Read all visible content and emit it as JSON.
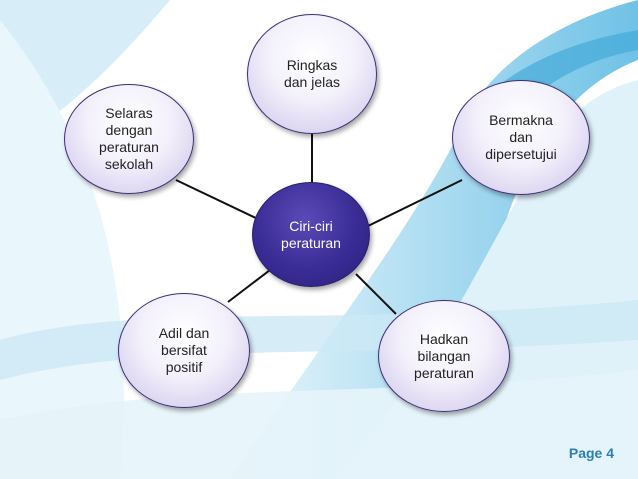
{
  "diagram": {
    "center": "Ciri-ciri\nperaturan",
    "nodes": [
      {
        "id": "top",
        "text": "Ringkas\ndan jelas"
      },
      {
        "id": "top-left",
        "text": "Selaras\ndengan\nperaturan\nsekolah"
      },
      {
        "id": "right",
        "text": "Bermakna\ndan\ndipersetujui"
      },
      {
        "id": "bottom-left",
        "text": "Adil dan\nbersifat\npositif"
      },
      {
        "id": "bottom-right",
        "text": "Hadkan\nbilangan\nperaturan"
      }
    ]
  },
  "footer": {
    "page": "Page 4"
  },
  "colors": {
    "accent": "#2a7fb8",
    "center_fill": "#3a2c95",
    "node_border": "#3a2d7a"
  }
}
